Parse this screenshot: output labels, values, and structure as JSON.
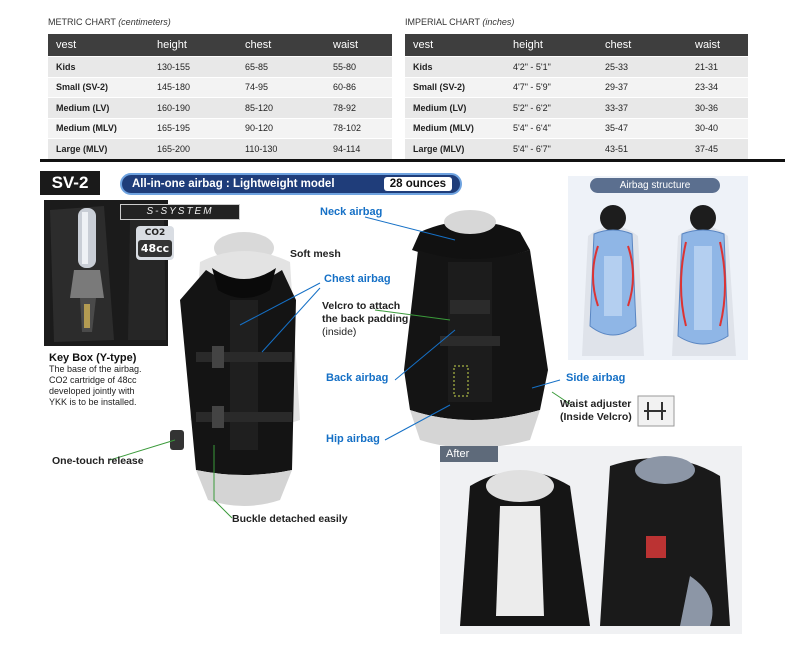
{
  "metric": {
    "title": "METRIC CHART",
    "unit": "(centimeters)",
    "headers": [
      "vest",
      "height",
      "chest",
      "waist"
    ],
    "rows": [
      [
        "Kids",
        "130-155",
        "65-85",
        "55-80"
      ],
      [
        "Small (SV-2)",
        "145-180",
        "74-95",
        "60-86"
      ],
      [
        "Medium (LV)",
        "160-190",
        "85-120",
        "78-92"
      ],
      [
        "Medium (MLV)",
        "165-195",
        "90-120",
        "78-102"
      ],
      [
        "Large (MLV)",
        "165-200",
        "110-130",
        "94-114"
      ]
    ]
  },
  "imperial": {
    "title": "IMPERIAL CHART",
    "unit": "(inches)",
    "headers": [
      "vest",
      "height",
      "chest",
      "waist"
    ],
    "rows": [
      [
        "Kids",
        "4'2\" - 5'1\"",
        "25-33",
        "21-31"
      ],
      [
        "Small (SV-2)",
        "4'7\" - 5'9\"",
        "29-37",
        "23-34"
      ],
      [
        "Medium (LV)",
        "5'2\" - 6'2\"",
        "33-37",
        "30-36"
      ],
      [
        "Medium (MLV)",
        "5'4\" - 6'4\"",
        "35-47",
        "30-40"
      ],
      [
        "Large (MLV)",
        "5'4\" - 6'7\"",
        "43-51",
        "37-45"
      ]
    ]
  },
  "product": {
    "model": "SV-2",
    "tagline": "All-in-one airbag : Lightweight model",
    "weight": "28 ounces",
    "system": "S-SYSTEM",
    "co2": "CO2",
    "cc": "48cc",
    "structure_title": "Airbag structure",
    "after_title": "After"
  },
  "labels": {
    "soft_mesh": "Soft mesh",
    "neck_airbag": "Neck airbag",
    "chest_airbag": "Chest airbag",
    "velcro_line1": "Velcro to attach",
    "velcro_line2": "the back padding",
    "velcro_line3": "(inside)",
    "back_airbag": "Back airbag",
    "side_airbag": "Side airbag",
    "waist_line1": "Waist adjuster",
    "waist_line2": "(Inside Velcro)",
    "hip_airbag": "Hip airbag",
    "key_box": "Key Box (Y-type)",
    "key_desc1": "The base of the airbag.",
    "key_desc2": "CO2 cartridge of 48cc",
    "key_desc3": "developed jointly with",
    "key_desc4": "YKK is to be installed.",
    "one_touch": "One-touch release",
    "buckle": "Buckle detached easily"
  }
}
